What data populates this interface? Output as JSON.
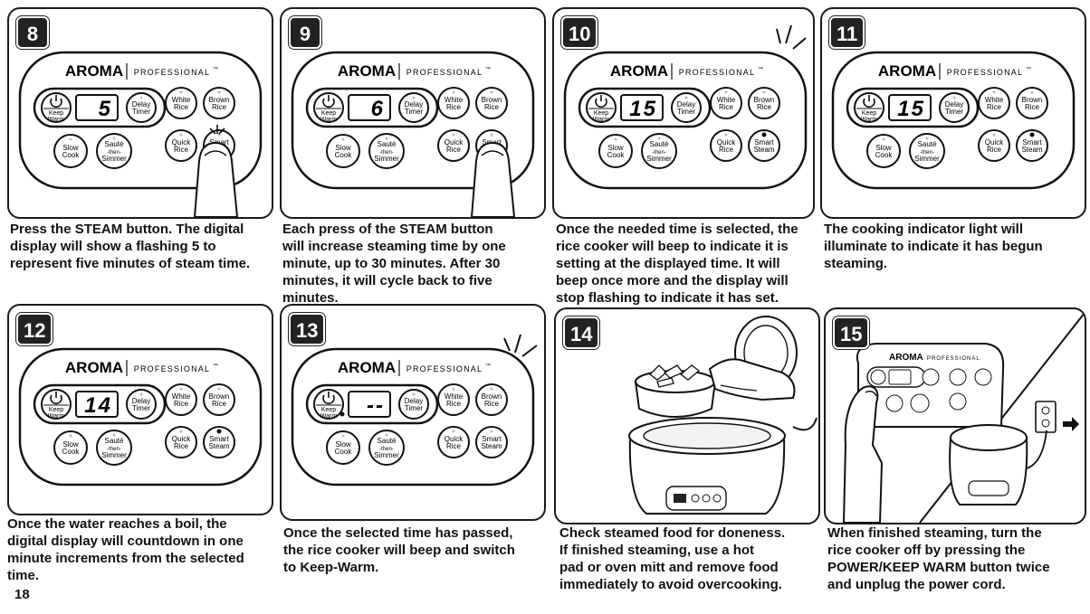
{
  "panel": {
    "brand": "AROMA",
    "series": "PROFESSIONAL",
    "tm": "™",
    "buttons": {
      "keep_warm_1": "Keep",
      "keep_warm_2": "Warm",
      "delay_1": "Delay",
      "delay_2": "Timer",
      "white_1": "White",
      "white_2": "Rice",
      "brown_1": "Brown",
      "brown_2": "Rice",
      "slow_1": "Slow",
      "slow_2": "Cook",
      "saute_1": "Sauté",
      "saute_2": "-then-",
      "saute_3": "Simmer",
      "quick_1": "Quick",
      "quick_2": "Rice",
      "smart_1": "Smart",
      "smart_2": "Steam"
    }
  },
  "steps": [
    {
      "number": "8",
      "display": "5",
      "lines": [
        "Press the STEAM button. The digital",
        "display will show a flashing 5 to",
        "represent five minutes of steam time."
      ]
    },
    {
      "number": "9",
      "display": "6",
      "lines": [
        "Each press of the STEAM button",
        "will increase steaming time by one",
        "minute, up to 30 minutes. After 30",
        "minutes, it will cycle back to five",
        "minutes."
      ]
    },
    {
      "number": "10",
      "display": "15",
      "lines": [
        "Once the needed time is selected, the",
        "rice cooker will beep to indicate it is",
        "setting at the displayed time. It will",
        "beep once more and the display will",
        "stop flashing to indicate it has set."
      ]
    },
    {
      "number": "11",
      "display": "15",
      "lines": [
        "The cooking indicator light will",
        "illuminate to indicate it has begun",
        "steaming."
      ]
    },
    {
      "number": "12",
      "display": "14",
      "lines": [
        "Once the water reaches a boil, the",
        "digital display will countdown in one",
        "minute increments from the selected",
        "time."
      ]
    },
    {
      "number": "13",
      "display": "--",
      "lines": [
        "Once the selected time has passed,",
        "the rice cooker will beep and switch",
        "to Keep-Warm."
      ]
    },
    {
      "number": "14",
      "display": "",
      "lines": [
        "Check steamed food for doneness.",
        "If finished steaming, use a hot",
        "pad or oven mitt and remove food",
        "immediately to avoid overcooking."
      ]
    },
    {
      "number": "15",
      "display": "",
      "lines": [
        "When finished steaming, turn the",
        "rice cooker off by pressing the",
        "POWER/KEEP WARM button twice",
        "and unplug the power cord."
      ]
    }
  ],
  "page_number": "18"
}
